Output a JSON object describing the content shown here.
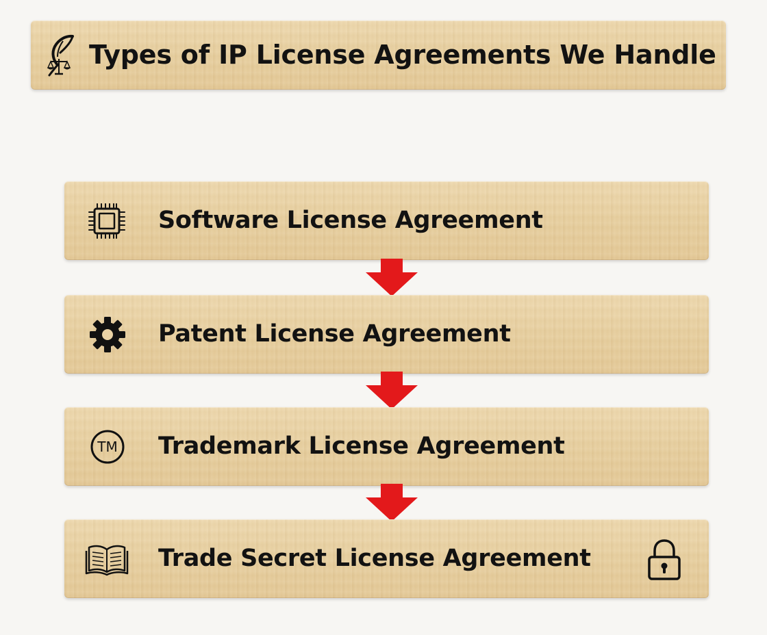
{
  "title": "Types of IP License Agreements We Handle",
  "title_icon": "justice-pen-icon",
  "steps": [
    {
      "label": "Software License Agreement",
      "icon": "microchip-icon"
    },
    {
      "label": "Patent License Agreement",
      "icon": "gear-icon"
    },
    {
      "label": "Trademark License Agreement",
      "icon": "trademark-icon",
      "icon_text": "TM"
    },
    {
      "label": "Trade Secret License Agreement",
      "icon": "open-book-icon",
      "trailing_icon": "padlock-icon"
    }
  ],
  "colors": {
    "plank": "#e9d2a5",
    "text": "#121212",
    "arrow": "#e3191b",
    "background": "#f7f6f3"
  }
}
